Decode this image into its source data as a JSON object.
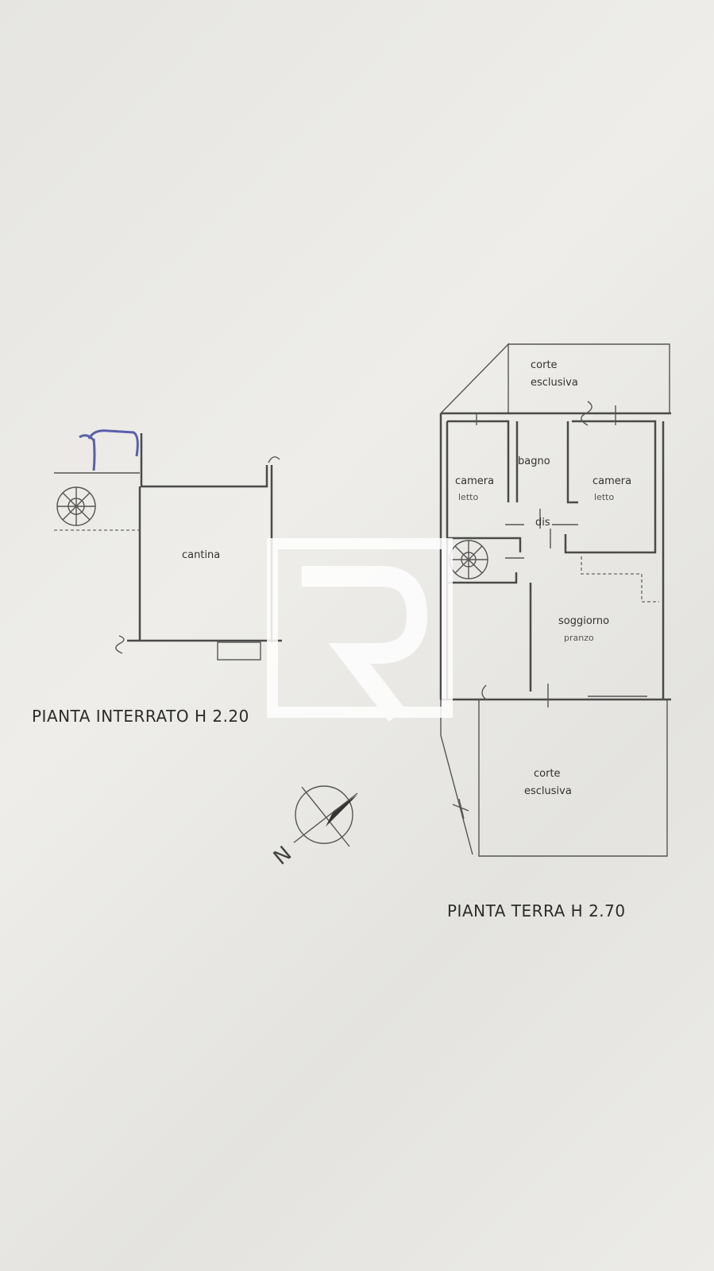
{
  "basement_plan": {
    "title": "PIANTA INTERRATO H 2.20",
    "rooms": [
      {
        "label": "cantina"
      }
    ]
  },
  "ground_plan": {
    "title": "PIANTA TERRA H 2.70",
    "rooms": [
      {
        "label": "corte",
        "sublabel": "esclusiva"
      },
      {
        "label": "bagno"
      },
      {
        "label": "camera",
        "sublabel": "letto"
      },
      {
        "label": "camera",
        "sublabel": "letto"
      },
      {
        "label": "dis"
      },
      {
        "label": "soggiorno",
        "sublabel": "pranzo"
      },
      {
        "label": "corte",
        "sublabel": "esclusiva"
      }
    ]
  },
  "compass": {
    "icon": "north-arrow-icon",
    "label": "N"
  },
  "watermark": {
    "icon": "r-logo-watermark"
  },
  "colors": {
    "paper": "#e8e7e3",
    "lines": "#4a4a4a",
    "pen_mark": "#5a5fa8"
  }
}
